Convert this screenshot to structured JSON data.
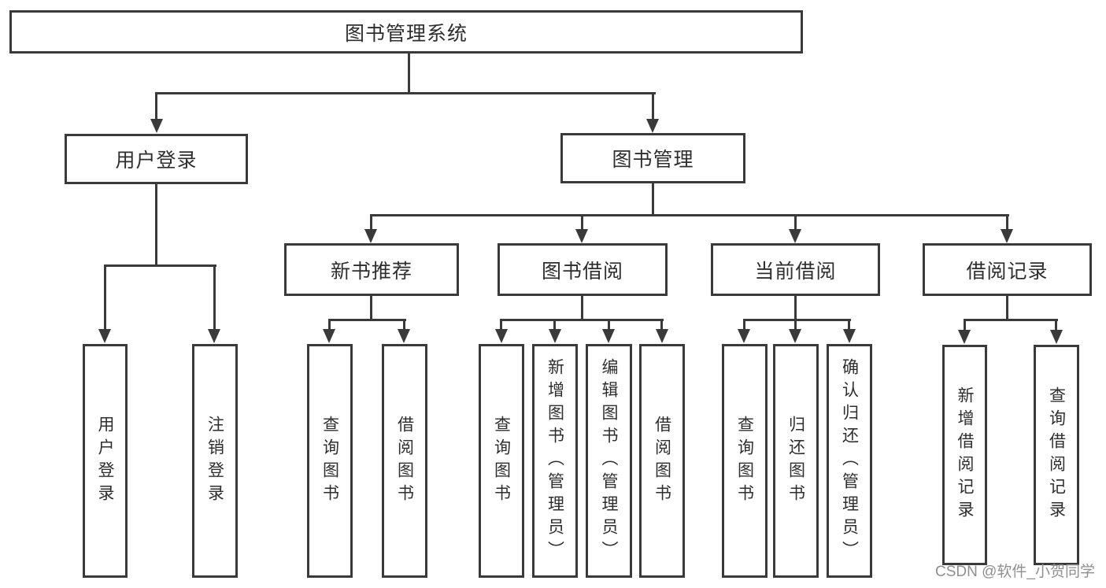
{
  "nodes": {
    "root": "图书管理系统",
    "level2": [
      "用户登录",
      "图书管理"
    ],
    "level3": [
      "新书推荐",
      "图书借阅",
      "当前借阅",
      "借阅记录"
    ],
    "leaves_login": [
      "用户登录",
      "注销登录"
    ],
    "leaves_recommend": [
      "查询图书",
      "借阅图书"
    ],
    "leaves_borrow": [
      "查询图书",
      "新增图书（管理员）",
      "编辑图书（管理员）",
      "借阅图书"
    ],
    "leaves_current": [
      "查询图书",
      "归还图书",
      "确认归还（管理员）"
    ],
    "leaves_record": [
      "新增借阅记录",
      "查询借阅记录"
    ]
  },
  "watermark": "CSDN @软件_小贺同学",
  "colors": {
    "line": "#3a3a3a",
    "text": "#2e2e2e",
    "watermark": "#8f8f8f",
    "background": "#ffffff"
  }
}
